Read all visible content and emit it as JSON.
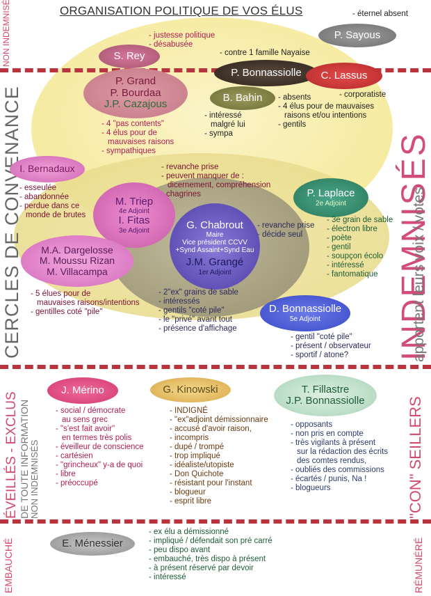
{
  "title": "ORGANISATION POLITIQUE DE VOS ÉLUS",
  "side_labels": {
    "non_indemnises_top": "NON INDEMNISÉS",
    "cercles": "CERCLES DE CONVENANCE",
    "indemnises": "INDEMNISÉS",
    "apportent": "apportent leurs voix / votes",
    "eveilles": "ÉVEILLÉS - EXCLUS",
    "de_toute": "DE TOUTE INFORMATION",
    "non_indemnises_mid": "NON INDEMNISÉS",
    "con_seillers": "\"CON\" SEILLERS",
    "embauche": "EMBAUCHÉ",
    "remunere": "RÉMUNÉRÉ"
  },
  "people": {
    "sayous": "P. Sayous",
    "sayous_note": "- éternel absent",
    "rey": "S. Rey",
    "rey_notes": [
      "- justesse politique",
      "- désabusée"
    ],
    "grand": "P. Grand",
    "bourdaa": "P. Bourdaa",
    "cazajous": "J.P. Cazajous",
    "group1_notes": [
      "- 4 \"pas contents\"",
      "- 4 élus pour de",
      "  mauvaises raisons",
      "- sympathiques"
    ],
    "bonnassiolle_p": "P. Bonnassiolle",
    "bonnassiolle_p_note": "- contre 1 famille Nayaise",
    "lassus": "C. Lassus",
    "lassus_note": "- corporatiste",
    "bahin": "B. Bahin",
    "bahin_notes": [
      "- intéressé",
      "  malgré lui",
      "- sympa"
    ],
    "absents_notes": [
      "- absents",
      "- 4 élus pour de mauvaises",
      "  raisons et/ou intentions",
      "- gentils"
    ],
    "bernadaux": "I. Bernadaux",
    "bernadaux_notes": [
      "- esseulée",
      "- abandonnée",
      "- perdue dans ce",
      "  monde de brutes"
    ],
    "triep_notes": [
      "- revanche prise",
      "- peuvent manquer de :",
      "  dicernement, compréhension",
      "- chagrines"
    ],
    "triep": "M. Triep",
    "triep_role": "4e Adjoint",
    "fitas": "I. Fitas",
    "fitas_role": "3e Adjoint",
    "laplace": "P. Laplace",
    "laplace_role": "2e Adjoint",
    "laplace_notes": [
      "- 3e grain de sable",
      "- électron libre",
      "- poète",
      "- gentil",
      "- soupçon écolo",
      "- intéressé",
      "- fantomatique"
    ],
    "chabrout": "G. Chabrout",
    "chabrout_role1": "Maire",
    "chabrout_role2": "Vice président CCVV",
    "chabrout_role3": "+Synd Assaint+Synd Eau",
    "chabrout_notes": [
      "- revanche prise",
      "- décide seul"
    ],
    "grange": "J.M. Grangé",
    "grange_role": "1er Adjoint",
    "dargelosse": "M.A. Dargelosse",
    "moussu": "M. Moussu Rizan",
    "villacampa": "M. Villacampa",
    "five_notes": [
      "- 5 élues pour de",
      "  mauvaises raisons/intentions",
      "- gentilles coté \"pile\""
    ],
    "center_notes": [
      "- 2\"ex\" grains de sable",
      "- intéressés",
      "- gentils \"coté pile\"",
      "- le \"privé\" avant tout",
      "- présence d'affichage"
    ],
    "bonnassiolle_d": "D. Bonnassiolle",
    "bonnassiolle_d_role": "5e Adjoint",
    "bonnassiolle_d_notes": [
      "- gentil \"coté pile\"",
      "- présent / observateur",
      "- sportif / atone?"
    ],
    "merino": "J. Mérino",
    "merino_notes": [
      "- social / démocrate",
      "  au sens grec",
      "- \"s'est fait avoir\"",
      "  en termes très polis",
      "- éveilleur de conscience",
      "- cartésien",
      "- \"grincheux\" y-a de quoi",
      "- libre",
      "- préoccupé"
    ],
    "kinowski": "G. Kinowski",
    "kinowski_notes": [
      "- INDIGNÉ",
      "- \"ex\"adjoint démissionnaire",
      "- accusé d'avoir raison,",
      "- incompris",
      "- dupé / trompé",
      "- trop impliqué",
      "- idéaliste/utopiste",
      "- Don Quichote",
      "- résistant pour l'instant",
      "- blogueur",
      "- esprit libre"
    ],
    "fillastre": "T. Fillastre",
    "jp_bonnassiolle": "J.P. Bonnassiolle",
    "fillastre_notes": [
      "- opposants",
      "- non pris en compte",
      "- très vigilants à présent",
      "  sur la rédaction des écrits",
      "  des comtes rendus,",
      "- oubliés des commissions",
      "- écartés / punis, Na !",
      "- blogueurs"
    ],
    "menessier": "E. Ménessier",
    "menessier_notes": [
      "- ex élu a démissionné",
      "- impliqué / défendait son pré carré",
      "- peu dispo avant",
      "- embauché, très dispo à présent",
      "- à présent réservé par devoir",
      "- intéressé"
    ]
  },
  "colors": {
    "dash": "#b8343e",
    "big_oval": "#f7eeb0",
    "pink_text": "#b01d54",
    "green_text": "#1e5c35"
  }
}
